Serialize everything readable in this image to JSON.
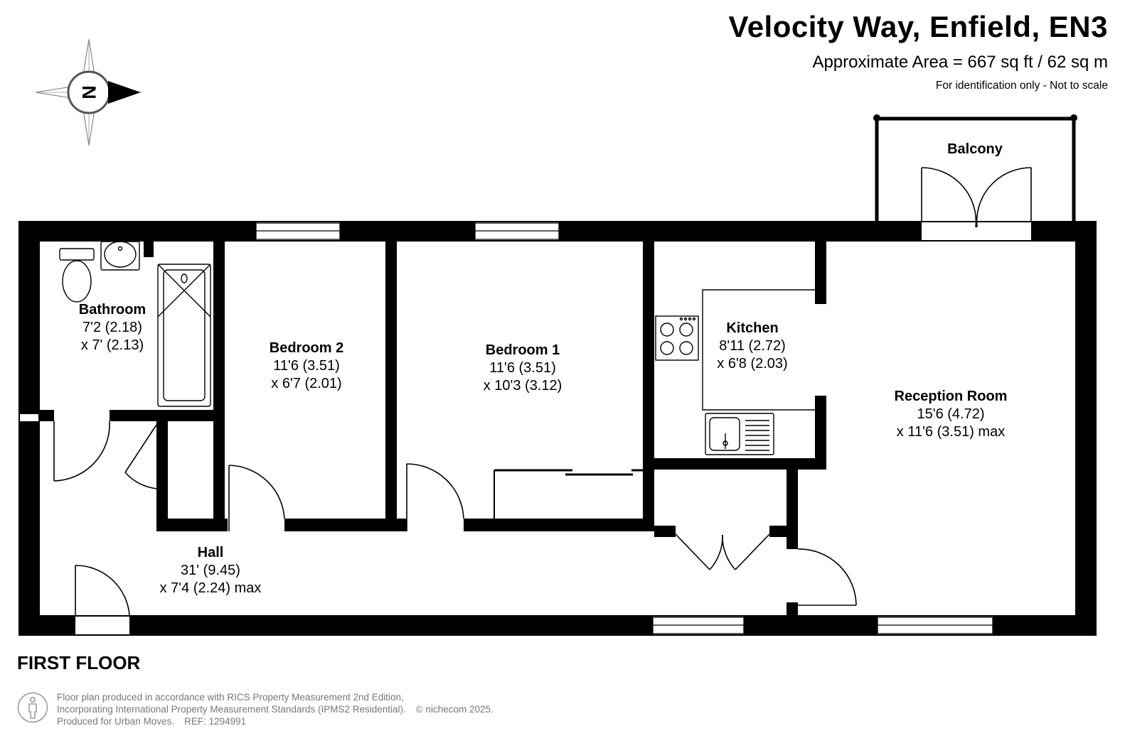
{
  "header": {
    "title": "Velocity Way, Enfield, EN3",
    "area": "Approximate Area = 667 sq ft / 62 sq m",
    "disclaimer": "For identification only - Not to scale"
  },
  "compass": {
    "letter": "N",
    "icon": "compass-icon"
  },
  "rooms": {
    "bathroom": {
      "name": "Bathroom",
      "dim1": "7'2 (2.18)",
      "dim2": "x 7' (2.13)"
    },
    "bedroom2": {
      "name": "Bedroom 2",
      "dim1": "11'6 (3.51)",
      "dim2": "x 6'7 (2.01)"
    },
    "bedroom1": {
      "name": "Bedroom 1",
      "dim1": "11'6 (3.51)",
      "dim2": "x 10'3 (3.12)"
    },
    "kitchen": {
      "name": "Kitchen",
      "dim1": "8'11 (2.72)",
      "dim2": "x 6'8 (2.03)"
    },
    "reception": {
      "name": "Reception Room",
      "dim1": "15'6 (4.72)",
      "dim2": "x 11'6 (3.51) max"
    },
    "hall": {
      "name": "Hall",
      "dim1": "31' (9.45)",
      "dim2": "x 7'4 (2.24) max"
    },
    "balcony": {
      "name": "Balcony"
    }
  },
  "floor_label": "FIRST FLOOR",
  "footer": {
    "line1": "Floor plan produced in accordance with RICS Property Measurement 2nd Edition,",
    "line2": "Incorporating International Property Measurement Standards (IPMS2 Residential).",
    "copyright": "© nichecom 2025.",
    "line3_a": "Produced for Urban Moves.",
    "line3_b": "REF:  1294991"
  }
}
